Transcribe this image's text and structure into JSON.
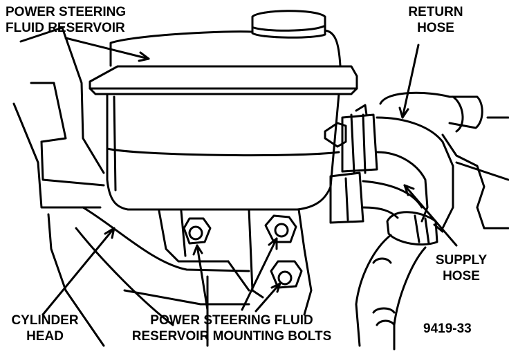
{
  "figure": {
    "id_label": "9419-33",
    "colors": {
      "ink": "#000000",
      "paper": "#ffffff"
    }
  },
  "callouts": {
    "reservoir": {
      "line1": "POWER STEERING",
      "line2": "FLUID RESERVOIR"
    },
    "return_hose": {
      "line1": "RETURN",
      "line2": "HOSE"
    },
    "supply_hose": {
      "line1": "SUPPLY",
      "line2": "HOSE"
    },
    "cylinder_head": {
      "line1": "CYLINDER",
      "line2": "HEAD"
    },
    "mounting_bolts": {
      "line1": "POWER STEERING FLUID",
      "line2": "RESERVOIR MOUNTING BOLTS"
    }
  }
}
